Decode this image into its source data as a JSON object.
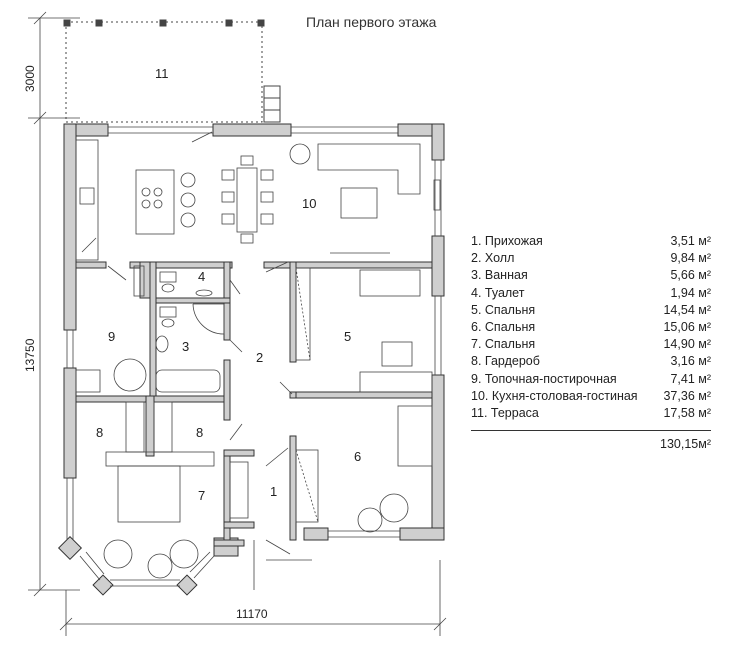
{
  "title": "План первого этажа",
  "dimensions": {
    "terrace_depth": "3000",
    "total_depth": "13750",
    "total_width": "11170"
  },
  "rooms": [
    {
      "num": "1",
      "name": "Прихожая",
      "area": "3,51 м²"
    },
    {
      "num": "2",
      "name": "Холл",
      "area": "9,84 м²"
    },
    {
      "num": "3",
      "name": "Ванная",
      "area": "5,66 м²"
    },
    {
      "num": "4",
      "name": "Туалет",
      "area": "1,94 м²"
    },
    {
      "num": "5",
      "name": "Спальня",
      "area": "14,54 м²"
    },
    {
      "num": "6",
      "name": "Спальня",
      "area": "15,06 м²"
    },
    {
      "num": "7",
      "name": "Спальня",
      "area": "14,90 м²"
    },
    {
      "num": "8",
      "name": "Гардероб",
      "area": "3,16 м²"
    },
    {
      "num": "9",
      "name": "Топочная-постирочная",
      "area": "7,41 м²"
    },
    {
      "num": "10",
      "name": "Кухня-столовая-гостиная",
      "area": "37,36 м²"
    },
    {
      "num": "11",
      "name": "Терраса",
      "area": "17,58 м²"
    }
  ],
  "legend_rows": [
    {
      "label": "1. Прихожая",
      "area": "3,51 м²"
    },
    {
      "label": "2. Холл",
      "area": "9,84 м²"
    },
    {
      "label": "3. Ванная",
      "area": "5,66 м²"
    },
    {
      "label": "4. Туалет",
      "area": "1,94 м²"
    },
    {
      "label": "5. Спальня",
      "area": "14,54 м²"
    },
    {
      "label": "6. Спальня",
      "area": "15,06 м²"
    },
    {
      "label": "7. Спальня",
      "area": "14,90 м²"
    },
    {
      "label": "8. Гардероб",
      "area": "3,16 м²"
    },
    {
      "label": "9. Топочная-постирочная",
      "area": "7,41 м²"
    },
    {
      "label": "10. Кухня-столовая-гостиная",
      "area": "37,36 м²"
    },
    {
      "label": "11. Терраса",
      "area": "17,58 м²"
    }
  ],
  "total_area": "130,15м²",
  "room_labels": {
    "r1": "1",
    "r2": "2",
    "r3": "3",
    "r4": "4",
    "r5": "5",
    "r6": "6",
    "r7": "7",
    "r8a": "8",
    "r8b": "8",
    "r9": "9",
    "r10": "10",
    "r11": "11"
  },
  "colors": {
    "wall_fill": "#cfcfcf",
    "wall_stroke": "#333333",
    "line": "#444444"
  }
}
